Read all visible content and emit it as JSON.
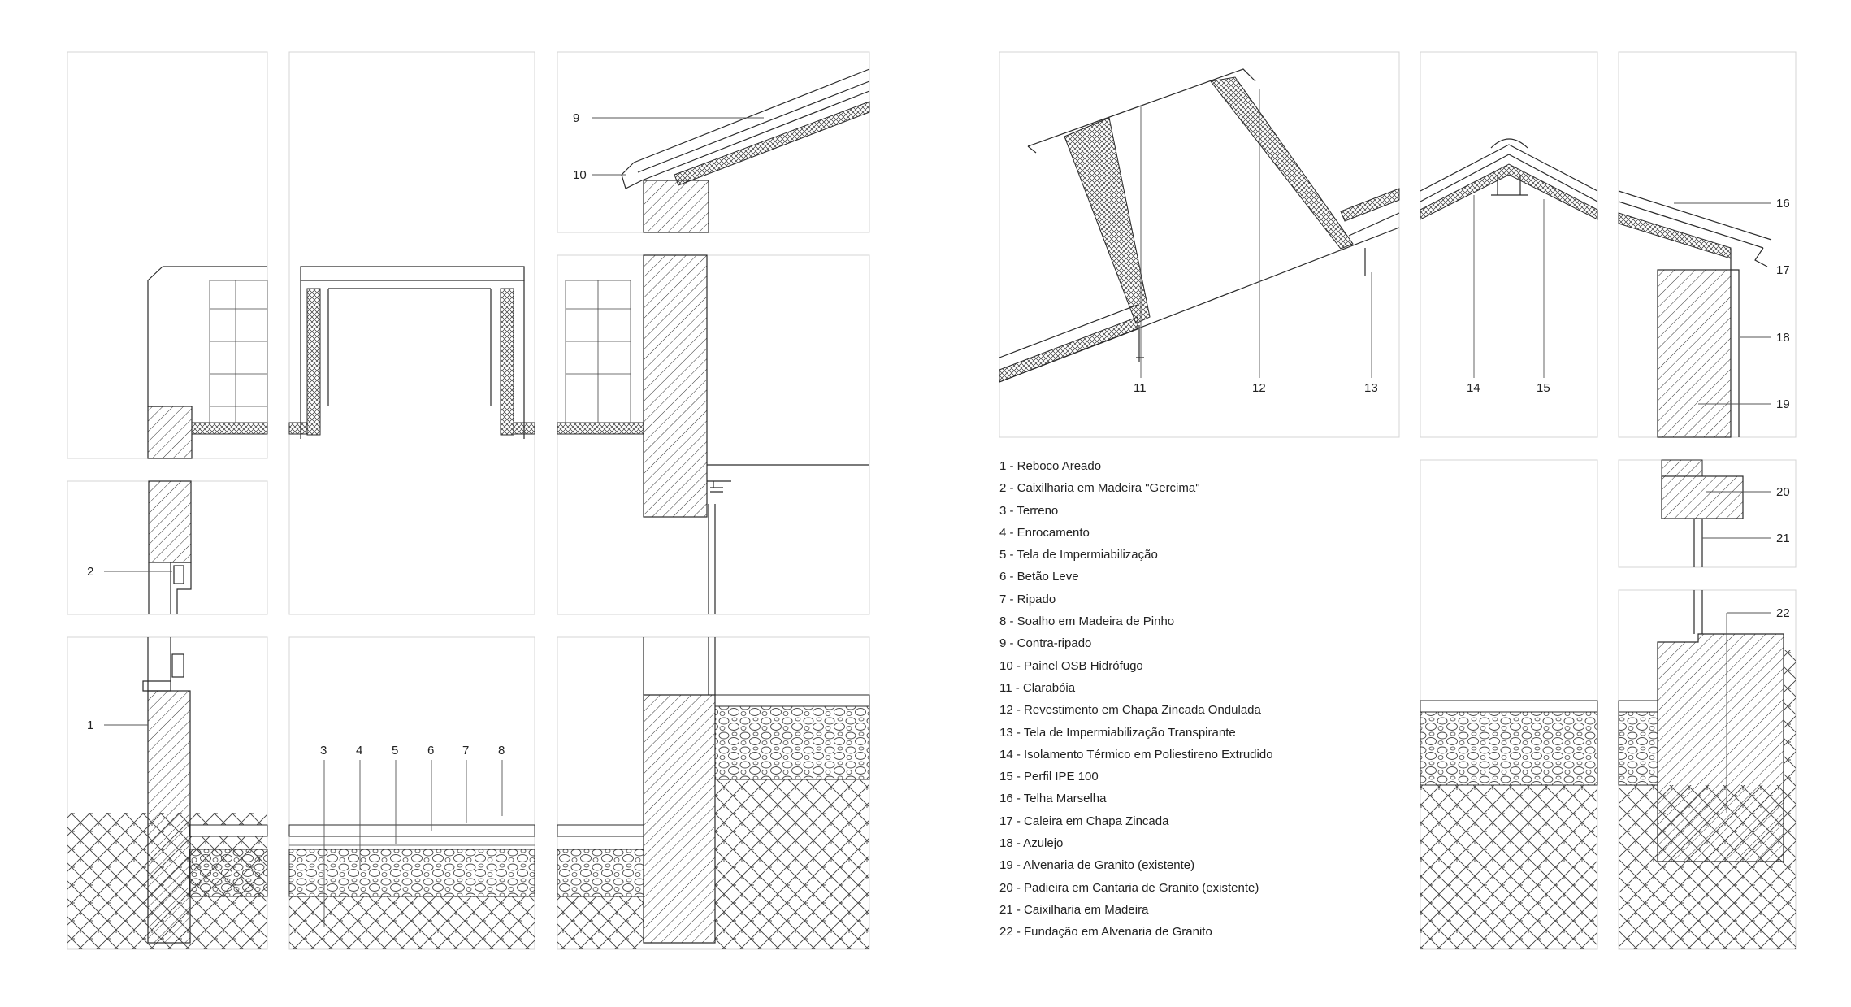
{
  "callouts": {
    "c1": "1",
    "c2": "2",
    "c3": "3",
    "c4": "4",
    "c5": "5",
    "c6": "6",
    "c7": "7",
    "c8": "8",
    "c9": "9",
    "c10": "10",
    "c11": "11",
    "c12": "12",
    "c13": "13",
    "c14": "14",
    "c15": "15",
    "c16": "16",
    "c17": "17",
    "c18": "18",
    "c19": "19",
    "c20": "20",
    "c21": "21",
    "c22": "22"
  },
  "legend": [
    "1 - Reboco Areado",
    "2 - Caixilharia em Madeira \"Gercima\"",
    "3 - Terreno",
    "4 - Enrocamento",
    "5 - Tela de Impermiabilização",
    "6 - Betão Leve",
    "7 - Ripado",
    "8 - Soalho em Madeira de Pinho",
    "9 - Contra-ripado",
    "10 - Painel OSB Hidrófugo",
    "11 - Clarabóia",
    "12 - Revestimento em Chapa Zincada Ondulada",
    "13 - Tela de Impermiabilização Transpirante",
    "14 - Isolamento Térmico em Poliestireno Extrudido",
    "15 - Perfil IPE 100",
    "16 - Telha Marselha",
    "17 - Caleira em Chapa Zincada",
    "18 - Azulejo",
    "19 - Alvenaria de Granito (existente)",
    "20 - Padieira em Cantaria de Granito (existente)",
    "21 - Caixilharia em Madeira",
    "22 - Fundação em Alvenaria de Granito"
  ]
}
